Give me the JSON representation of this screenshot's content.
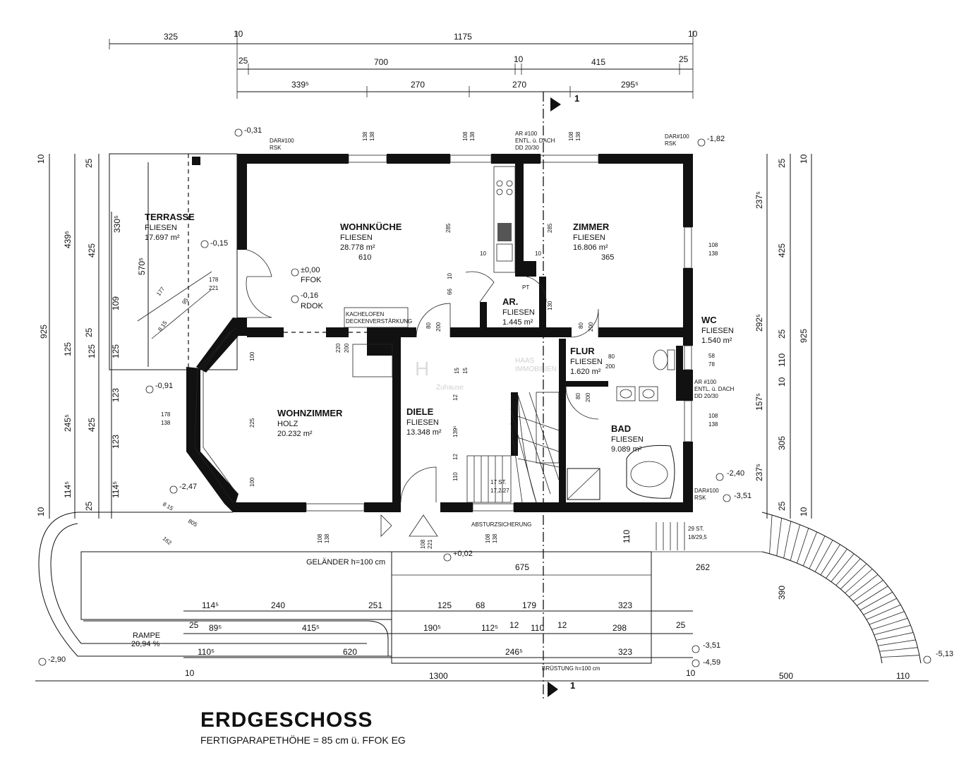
{
  "title": "ERDGESCHOSS",
  "subtitle": "FERTIGPARAPETHÖHE = 85 cm ü. FFOK EG",
  "watermark": {
    "line1": "HAAS",
    "line2": "IMMOBILIEN",
    "line3": "Zuhause"
  },
  "section_marker": "1",
  "rooms": [
    {
      "id": "terrasse",
      "name": "TERRASSE",
      "finish": "FLIESEN",
      "area": "17.697 m²"
    },
    {
      "id": "wohnkueche",
      "name": "WOHNKÜCHE",
      "finish": "FLIESEN",
      "area": "28.778 m²",
      "extra": "610"
    },
    {
      "id": "zimmer",
      "name": "ZIMMER",
      "finish": "FLIESEN",
      "area": "16.806 m²",
      "extra": "365"
    },
    {
      "id": "ar",
      "name": "AR.",
      "finish": "FLIESEN",
      "area": "1.445 m²"
    },
    {
      "id": "wc",
      "name": "WC",
      "finish": "FLIESEN",
      "area": "1.540 m²"
    },
    {
      "id": "flur",
      "name": "FLUR",
      "finish": "FLIESEN",
      "area": "1.620 m²"
    },
    {
      "id": "wohnzimmer",
      "name": "WOHNZIMMER",
      "finish": "HOLZ",
      "area": "20.232 m²"
    },
    {
      "id": "diele",
      "name": "DIELE",
      "finish": "FLIESEN",
      "area": "13.348 m²"
    },
    {
      "id": "bad",
      "name": "BAD",
      "finish": "FLIESEN",
      "area": "9.089 m²"
    }
  ],
  "levels": [
    "-0,31",
    "-1,82",
    "-0,15",
    "±0,00",
    "FFOK",
    "-0,16",
    "RDOK",
    "-0,91",
    "-2,47",
    "-2,40",
    "-3,51",
    "+0,02",
    "-3,51",
    "-4,59",
    "-5,13",
    "-2,90"
  ],
  "top_dims_row1": [
    "325",
    "10",
    "1175",
    "10"
  ],
  "top_dims_row2": [
    "25",
    "700",
    "10",
    "415",
    "25"
  ],
  "top_dims_row3": [
    "339⁵",
    "270",
    "270",
    "295⁵"
  ],
  "left_dims_outer": [
    "10",
    "925",
    "10"
  ],
  "left_dims_mid": [
    "439⁵",
    "125",
    "245⁵",
    "114⁵"
  ],
  "left_dims_inner": [
    "25",
    "425",
    "25",
    "125",
    "425",
    "25"
  ],
  "left_dims_terrace": [
    "330⁵",
    "570⁵",
    "109",
    "125",
    "123",
    "123",
    "114⁵"
  ],
  "right_dims_outer": [
    "10",
    "925",
    "10"
  ],
  "right_dims_mid": [
    "237⁵",
    "292⁵",
    "157⁵",
    "237⁵"
  ],
  "right_dims_inner": [
    "25",
    "425",
    "25",
    "110",
    "10",
    "305",
    "25"
  ],
  "window_labels": [
    "138",
    "138",
    "108",
    "138",
    "108",
    "138",
    "108",
    "138",
    "178",
    "221",
    "178",
    "138",
    "58",
    "78",
    "108",
    "138",
    "108",
    "138",
    "108",
    "138",
    "108",
    "221"
  ],
  "annotations": {
    "kachelofen": "KACHELOFEN",
    "deckenverst": "DECKENVERSTÄRKUNG",
    "gelaender": "GELÄNDER h=100 cm",
    "rampe": "RAMPE",
    "rampe_pct": "20,94 %",
    "absturz": "ABSTURZSICHERUNG",
    "bruestung": "BRÜSTUNG h=100 cm",
    "stair1": "17 ST.",
    "stair1b": "17,2/27",
    "stair2": "29 ST.",
    "stair2b": "18/29,5",
    "ar100a": "AR #100",
    "ar100b": "ENTL. ü. DACH",
    "ar100c": "DD 20/30",
    "dar": "DAR#100",
    "rsk": "RSK",
    "pt": "PT"
  },
  "bottom_dims_row1": [
    "114⁵",
    "240",
    "251",
    "125",
    "68",
    "179",
    "323"
  ],
  "bottom_dims_row2": [
    "25",
    "89⁵",
    "415⁵",
    "190⁵",
    "112⁵",
    "12",
    "110",
    "12",
    "298",
    "25"
  ],
  "bottom_dims_row3": [
    "110⁵",
    "620",
    "246⁵",
    "323"
  ],
  "bottom_dims_row4": [
    "10",
    "1300",
    "10",
    "500",
    "110"
  ],
  "terrace_dims": [
    "675",
    "262",
    "390",
    "110"
  ],
  "inner_dims": [
    "285",
    "285",
    "10",
    "10",
    "130",
    "66",
    "10",
    "80",
    "200",
    "80",
    "200",
    "80",
    "200",
    "80",
    "200",
    "220",
    "200",
    "100",
    "225",
    "100",
    "12",
    "139⁵",
    "12",
    "110",
    "15",
    "15",
    "177",
    "95",
    "8 15",
    "162",
    "8 15",
    "805"
  ]
}
